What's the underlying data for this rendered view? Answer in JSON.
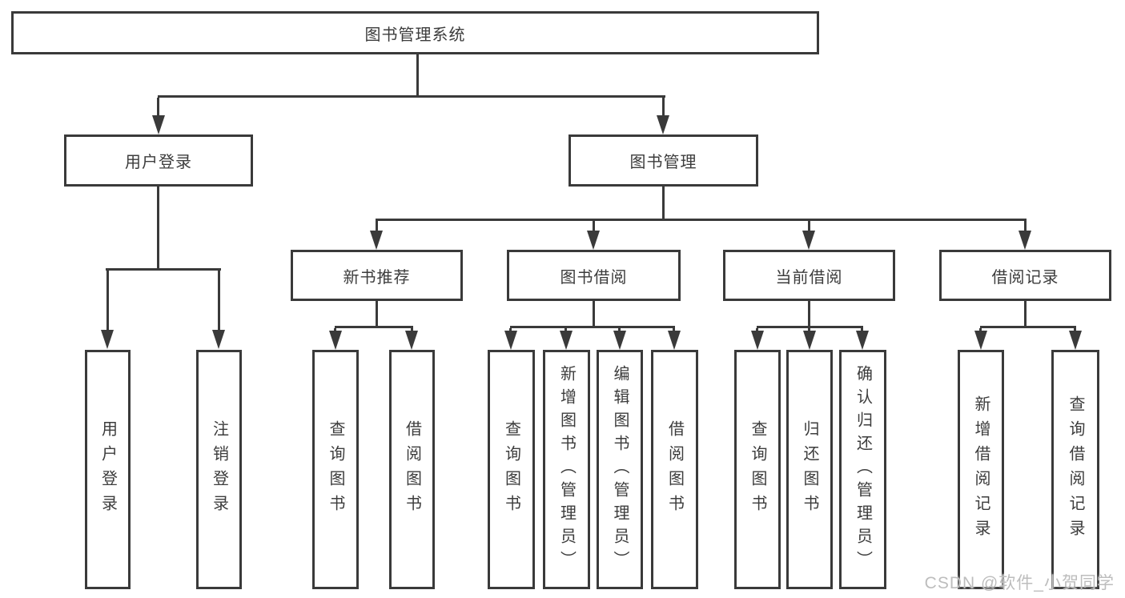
{
  "diagram": {
    "title": "图书管理系统",
    "root": "图书管理系统",
    "level1": {
      "user_login": "用户登录",
      "book_management": "图书管理"
    },
    "level2": {
      "new_book": "新书推荐",
      "book_borrow": "图书借阅",
      "current_borrow": "当前借阅",
      "borrow_record": "借阅记录"
    },
    "leaves": {
      "user_login": "用户登录",
      "logout": "注销登录",
      "newbook_query": "查询图书",
      "newbook_borrow": "借阅图书",
      "borrow_query": "查询图书",
      "borrow_add": "新增图书（管理员）",
      "borrow_edit": "编辑图书（管理员）",
      "borrow_borrow": "借阅图书",
      "current_query": "查询图书",
      "current_return": "归还图书",
      "current_confirm": "确认归还（管理员）",
      "record_add": "新增借阅记录",
      "record_query": "查询借阅记录"
    }
  },
  "watermark": "CSDN @软件_小贺同学",
  "colors": {
    "line": "#3a3a3a",
    "text": "#3c3c3c",
    "watermark": "#bdbdbd",
    "background": "#ffffff"
  }
}
